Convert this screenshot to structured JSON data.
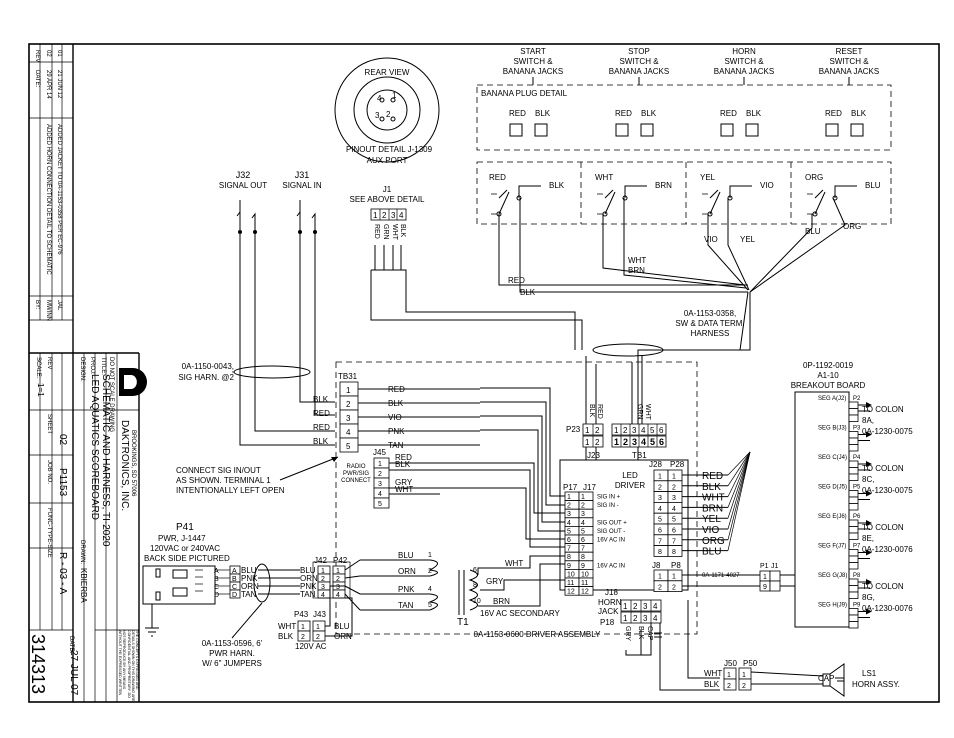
{
  "revisions": {
    "headers": {
      "rev": "REV",
      "date": "DATE:",
      "desc": "",
      "by": "BY:"
    },
    "rows": [
      {
        "rev": "02",
        "date": "29 APR 14",
        "desc": "ADDED HORN CONNECTION DETAIL TO SCHEMATIC",
        "by": "MWINN"
      },
      {
        "rev": "01",
        "date": "21 JUN 12",
        "desc": "ADDED JACKET TO 0A-1153-0358 PER EC-976",
        "by": "JAL"
      }
    ]
  },
  "title_block": {
    "company": "DAKTRONICS, INC.",
    "address": "BROOKINGS, SD 57006",
    "scale_note": "DO NOT SCALE DRAWING",
    "proj_label": "PROJ:",
    "proj": "LED AQUATICS SCOREBOARD",
    "title_label": "TITLE:",
    "title": "SCHEMATIC AND HARNESS, TI-2020",
    "design_label": "DESIGN:",
    "drawn_label": "DRAWN:",
    "drawn": "KBIERBA",
    "date_label": "DATE:",
    "date": "27 JUL 07",
    "rev_label": "REV",
    "rev": "02",
    "scale_label": "SCALE:",
    "scale": "1=1",
    "sheet_label": "SHEET",
    "jobno_label": "JOB NO.",
    "jobno": "P1153",
    "functype_label": "FUNC-TYPE-SIZE",
    "functype": "R - 03 - A",
    "drawing_no": "314313",
    "copyright": "THE CONCEPTS EXPRESSED AND DETAILS SHOWN ON THIS DRAWING ARE CONFIDENTIAL AND PROPRIETARY. DO NOT REPRODUCE BY ANY MEANS WITHOUT THE EXPRESSED WRITTEN CONSENT OF DAKTRONICS, INC. COPYRIGHT 2012 DAKTRONICS, INC."
  },
  "aux_port": {
    "rear_view": "REAR VIEW",
    "pins": [
      "4",
      "1",
      "3",
      "2"
    ],
    "detail": "PINOUT DETAIL J-1309",
    "name": "AUX PORT"
  },
  "signals": {
    "j32": "J32",
    "j32_label": "SIGNAL OUT",
    "j31": "J31",
    "j31_label": "SIGNAL IN"
  },
  "j1": {
    "name": "J1",
    "note": "SEE ABOVE DETAIL",
    "pins": [
      "1",
      "2",
      "3",
      "4"
    ],
    "wires": [
      "RED",
      "GRN",
      "WHT",
      "BLK"
    ]
  },
  "switches": [
    {
      "title1": "START",
      "title2": "SWITCH &",
      "title3": "BANANA JACKS",
      "plug": [
        "RED",
        "BLK"
      ],
      "wire_l": "RED",
      "wire_r": "BLK"
    },
    {
      "title1": "STOP",
      "title2": "SWITCH &",
      "title3": "BANANA JACKS",
      "plug": [
        "RED",
        "BLK"
      ],
      "wire_l": "WHT",
      "wire_r": "BRN"
    },
    {
      "title1": "HORN",
      "title2": "SWITCH &",
      "title3": "BANANA JACKS",
      "plug": [
        "RED",
        "BLK"
      ],
      "wire_l": "YEL",
      "wire_r": "VIO"
    },
    {
      "title1": "RESET",
      "title2": "SWITCH &",
      "title3": "BANANA JACKS",
      "plug": [
        "RED",
        "BLK"
      ],
      "wire_l": "ORG",
      "wire_r": "BLU"
    }
  ],
  "banana_detail": "BANANA PLUG DETAIL",
  "harness_wires": {
    "vio": "VIO",
    "yel": "YEL",
    "blu": "BLU",
    "org": "ORG",
    "wht": "WHT",
    "brn": "BRN",
    "red": "RED",
    "blk": "BLK"
  },
  "sw_harness": {
    "part": "0A-1153-0358,",
    "desc1": "SW & DATA TERM.",
    "desc2": "HARNESS"
  },
  "sig_harness": {
    "part": "0A-1150-0043,",
    "desc": "SIG HARN. @2"
  },
  "tb31": {
    "name": "TB31",
    "pins": [
      "1",
      "2",
      "3",
      "4",
      "5"
    ],
    "left": [
      "BLK",
      "RED",
      "RED",
      "BLK"
    ],
    "right": [
      "RED",
      "BLK",
      "VIO",
      "PNK",
      "TAN"
    ]
  },
  "connect_note": {
    "l1": "CONNECT SIG IN/OUT",
    "l2": "AS SHOWN. TERMINAL 1",
    "l3": "INTENTIONALLY LEFT OPEN"
  },
  "j45": {
    "name": "J45",
    "label": "RADIO PWR/SIG CONNECT",
    "l1": "RADIO",
    "l2": "PWR/SIG",
    "l3": "CONNECT",
    "pins": [
      "1",
      "2",
      "3",
      "4",
      "5"
    ],
    "wires": [
      "RED",
      "BLK",
      "GRY",
      "WHT"
    ]
  },
  "p23": {
    "name": "P23",
    "pins": [
      "1",
      "2"
    ],
    "bottom": [
      "1",
      "2"
    ]
  },
  "j23": {
    "name": "J23",
    "wires": [
      "BLK",
      "RED",
      "GRN",
      "WHT"
    ]
  },
  "tb1": {
    "name": "TB1",
    "pins": [
      "1",
      "2",
      "3",
      "4",
      "5",
      "6"
    ]
  },
  "driver": {
    "l1": "LED",
    "l2": "DRIVER",
    "p17": "P17",
    "j17": "J17",
    "pins": [
      "1",
      "2",
      "3",
      "4",
      "5",
      "6",
      "7",
      "8",
      "9",
      "10",
      "11",
      "12"
    ],
    "sig": [
      "SIG IN +",
      "SIG IN -",
      "SIG OUT +",
      "SIG OUT -",
      "16V AC IN",
      "16V AC IN"
    ],
    "j28": "J28",
    "p28": "P28",
    "out_pins": [
      "1",
      "2",
      "3",
      "4",
      "5",
      "6",
      "7",
      "8"
    ],
    "out_wires": [
      "RED",
      "BLK",
      "WHT",
      "BRN",
      "YEL",
      "VIO",
      "ORG",
      "BLU"
    ],
    "j8": "J8",
    "p8": "P8",
    "j8_pins": [
      "1",
      "2"
    ],
    "j18": "J18",
    "horn_jack1": "HORN",
    "horn_jack2": "JACK",
    "p18": "P18",
    "p18_pins": [
      "1",
      "2",
      "3",
      "4"
    ],
    "p18_wires": [
      "GRY",
      "BLK",
      "CAP"
    ],
    "assembly": "0A-1153-0600 DRIVER ASSEMBLY"
  },
  "breakout": {
    "part": "0P-1192-0019",
    "model": "A1-10",
    "name": "BREAKOUT BOARD",
    "cable": "0A-1171-4027",
    "p1": "P1",
    "j1": "J1",
    "p1_pins": [
      "1",
      "9"
    ],
    "segs": [
      {
        "seg": "SEG A(J2)",
        "p": "P2"
      },
      {
        "seg": "SEG B(J3)",
        "p": "P3"
      },
      {
        "seg": "SEG C(J4)",
        "p": "P4"
      },
      {
        "seg": "SEG D(J5)",
        "p": "P5"
      },
      {
        "seg": "SEG E(J6)",
        "p": "P6"
      },
      {
        "seg": "SEG F(J7)",
        "p": "P7"
      },
      {
        "seg": "SEG G(J8)",
        "p": "P8"
      },
      {
        "seg": "SEG H(J9)",
        "p": "P9"
      }
    ],
    "colons": [
      {
        "l1": "TO COLON",
        "l2": "8A,",
        "l3": "0A-1230-0075"
      },
      {
        "l1": "TO COLON",
        "l2": "8C,",
        "l3": "0A-1230-0075"
      },
      {
        "l1": "TO COLON",
        "l2": "8E,",
        "l3": "0A-1230-0076"
      },
      {
        "l1": "TO COLON",
        "l2": "8G,",
        "l3": "0A-1230-0076"
      }
    ]
  },
  "power": {
    "p41": "P41",
    "p41_desc": "PWR, J-1447",
    "volt": "120VAC or 240VAC",
    "back": "BACK SIDE PICTURED",
    "plug_rows": [
      "A",
      "B",
      "C",
      "D"
    ],
    "plug_wires": [
      "BLU",
      "PNK",
      "ORN",
      "TAN"
    ],
    "j42": "J42",
    "p42": "P42",
    "pins": [
      "1",
      "2",
      "3",
      "4"
    ],
    "wires": [
      "BLU",
      "ORN",
      "PNK",
      "TAN"
    ],
    "harness": "0A-1153-0596, 6'",
    "harness2": "PWR HARN.",
    "jumpers": "W/ 6\" JUMPERS",
    "p43": "P43",
    "j43": "J43",
    "p43_wires": [
      "WHT",
      "BLK"
    ],
    "p43_right": [
      "BLU",
      "ORN"
    ],
    "vac": "120V AC"
  },
  "transformer": {
    "name": "T1",
    "pri_pins": [
      "1",
      "2",
      "4",
      "5"
    ],
    "pri_wires": [
      "BLU",
      "ORN",
      "PNK",
      "TAN"
    ],
    "sec_pins": [
      "6",
      "8",
      "10"
    ],
    "sec_wires": [
      "GRY",
      "BRN",
      "WHT"
    ],
    "label": "16V AC SECONDARY"
  },
  "horn": {
    "j50": "J50",
    "p50": "P50",
    "pins": [
      "1",
      "2"
    ],
    "wires": [
      "WHT",
      "BLK"
    ],
    "cap": "CAP",
    "ls": "LS1",
    "assy": "HORN ASSY."
  }
}
